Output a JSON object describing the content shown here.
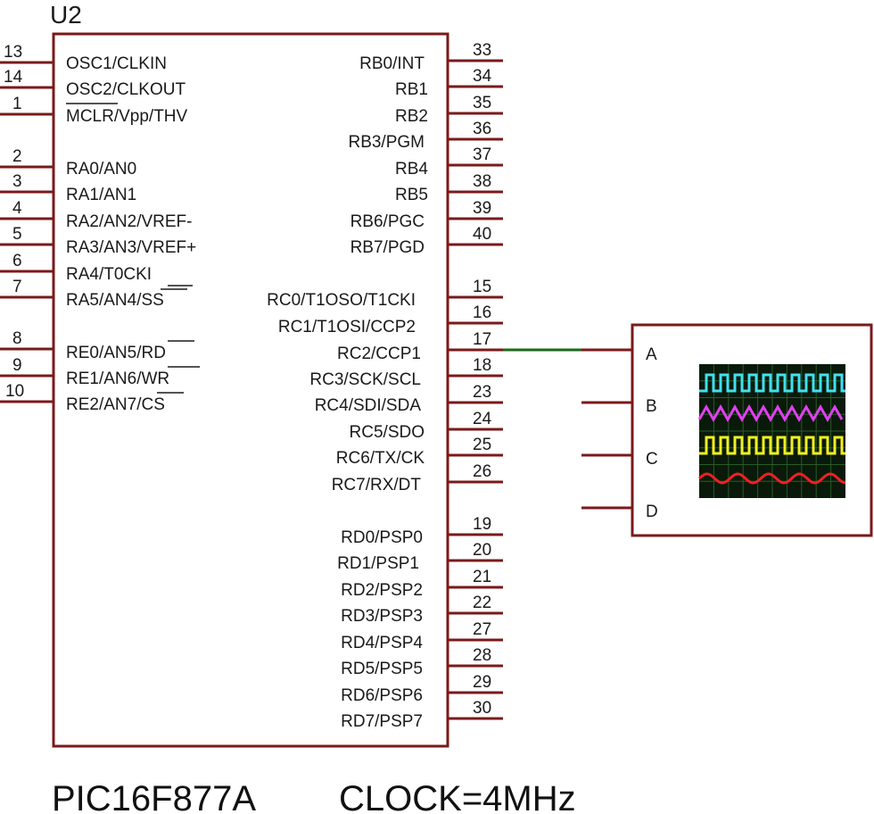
{
  "chip": {
    "ref": "U2",
    "part": "PIC16F877A",
    "clock": "CLOCK=4MHz",
    "left_pins": [
      {
        "num": "13",
        "label": "OSC1/CLKIN"
      },
      {
        "num": "14",
        "label": "OSC2/CLKOUT"
      },
      {
        "num": "1",
        "label": "MCLR/Vpp/THV"
      },
      {
        "num": "2",
        "label": "RA0/AN0"
      },
      {
        "num": "3",
        "label": "RA1/AN1"
      },
      {
        "num": "4",
        "label": "RA2/AN2/VREF-"
      },
      {
        "num": "5",
        "label": "RA3/AN3/VREF+"
      },
      {
        "num": "6",
        "label": "RA4/T0CKI"
      },
      {
        "num": "7",
        "label": "RA5/AN4/SS"
      },
      {
        "num": "8",
        "label": "RE0/AN5/RD"
      },
      {
        "num": "9",
        "label": "RE1/AN6/WR"
      },
      {
        "num": "10",
        "label": "RE2/AN7/CS"
      }
    ],
    "right_pins": [
      {
        "num": "33",
        "label": "RB0/INT"
      },
      {
        "num": "34",
        "label": "RB1"
      },
      {
        "num": "35",
        "label": "RB2"
      },
      {
        "num": "36",
        "label": "RB3/PGM"
      },
      {
        "num": "37",
        "label": "RB4"
      },
      {
        "num": "38",
        "label": "RB5"
      },
      {
        "num": "39",
        "label": "RB6/PGC"
      },
      {
        "num": "40",
        "label": "RB7/PGD"
      },
      {
        "num": "15",
        "label": "RC0/T1OSO/T1CKI"
      },
      {
        "num": "16",
        "label": "RC1/T1OSI/CCP2"
      },
      {
        "num": "17",
        "label": "RC2/CCP1"
      },
      {
        "num": "18",
        "label": "RC3/SCK/SCL"
      },
      {
        "num": "23",
        "label": "RC4/SDI/SDA"
      },
      {
        "num": "24",
        "label": "RC5/SDO"
      },
      {
        "num": "25",
        "label": "RC6/TX/CK"
      },
      {
        "num": "26",
        "label": "RC7/RX/DT"
      },
      {
        "num": "19",
        "label": "RD0/PSP0"
      },
      {
        "num": "20",
        "label": "RD1/PSP1"
      },
      {
        "num": "21",
        "label": "RD2/PSP2"
      },
      {
        "num": "22",
        "label": "RD3/PSP3"
      },
      {
        "num": "27",
        "label": "RD4/PSP4"
      },
      {
        "num": "28",
        "label": "RD5/PSP5"
      },
      {
        "num": "29",
        "label": "RD6/PSP6"
      },
      {
        "num": "30",
        "label": "RD7/PSP7"
      }
    ]
  },
  "scope": {
    "channels": [
      "A",
      "B",
      "C",
      "D"
    ],
    "trace_colors": [
      "#40e0f0",
      "#e040f0",
      "#f0f020",
      "#f02020"
    ]
  },
  "colors": {
    "body": "#7a1a1a",
    "wire": "#1a6a1a"
  }
}
